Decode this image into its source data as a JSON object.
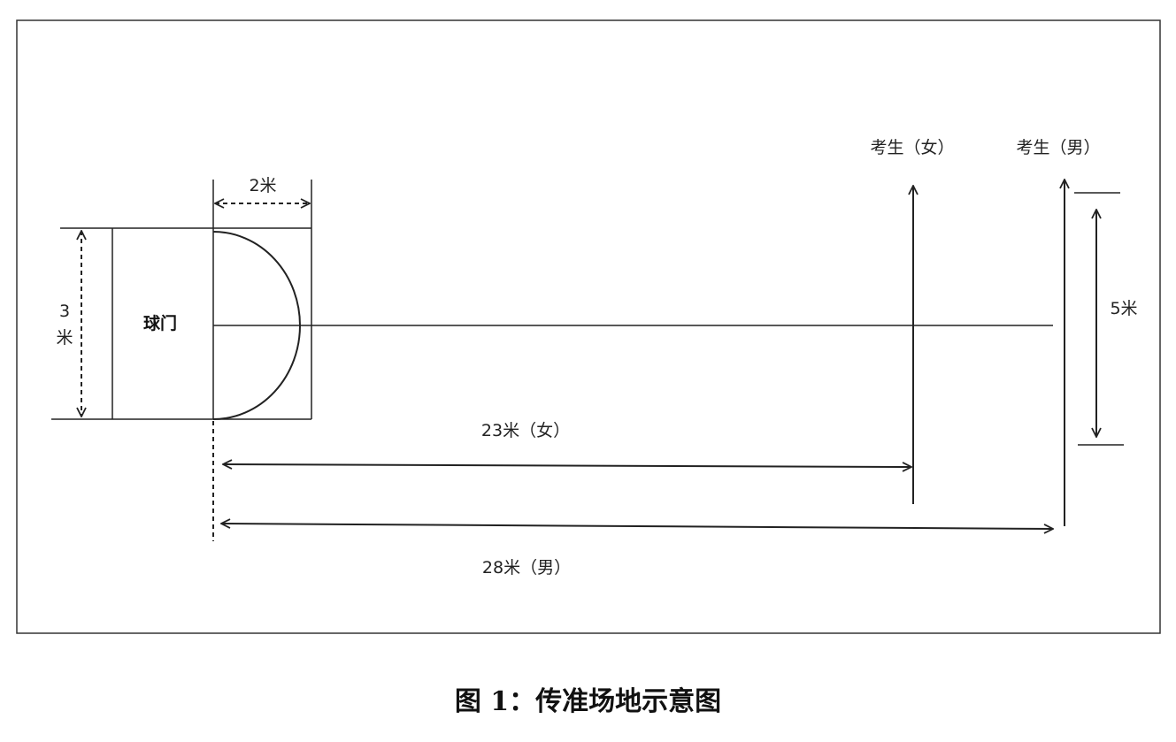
{
  "labels": {
    "goal_width": "2米",
    "goal_height_num": "3",
    "goal_height_unit": "米",
    "goal": "球门",
    "female_candidate": "考生（女）",
    "male_candidate": "考生（男）",
    "zone_width": "5米",
    "female_distance": "23米（女）",
    "male_distance": "28米（男）"
  },
  "caption": "图 1：传准场地示意图"
}
